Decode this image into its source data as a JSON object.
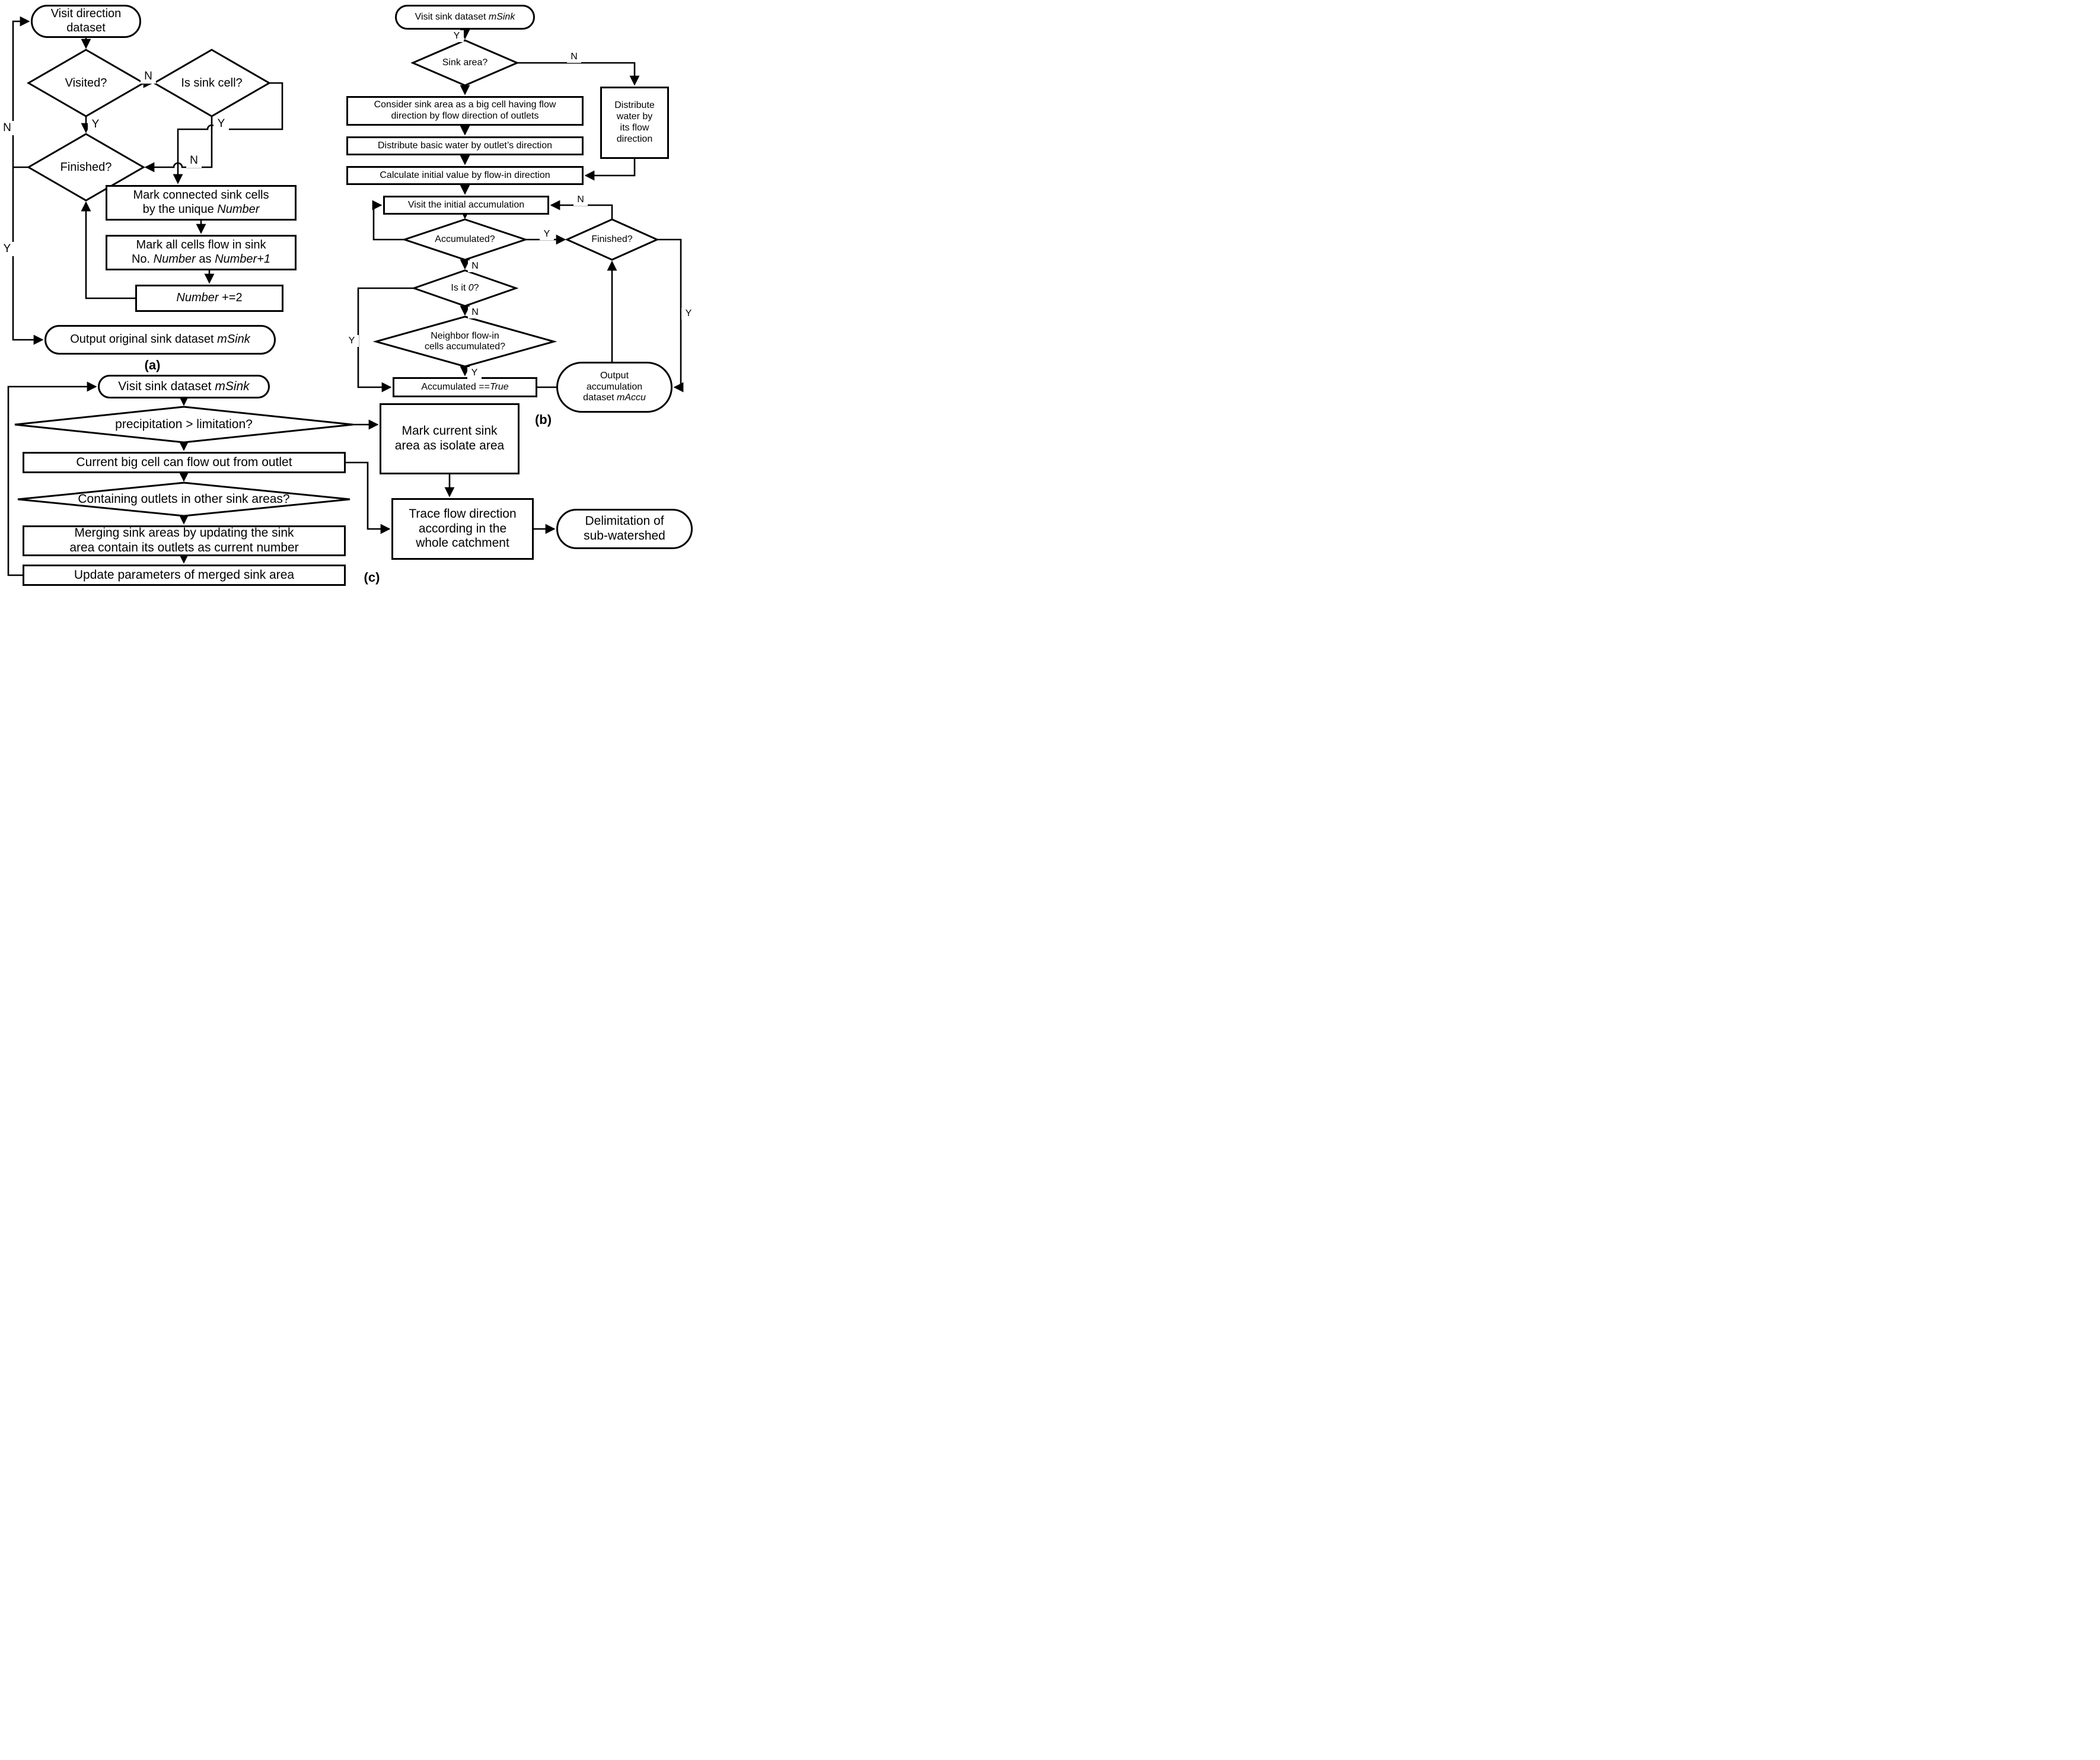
{
  "figure": {
    "caption_a": "(a)",
    "caption_b": "(b)",
    "caption_c": "(c)"
  },
  "panel_a": {
    "start": {
      "s0": "Visit direction",
      "s1": "dataset"
    },
    "visited": {
      "t": "Visited?"
    },
    "is_sink": {
      "t": "Is sink cell?"
    },
    "finished": {
      "t": "Finished?"
    },
    "mark_connected": {
      "s0": "Mark connected sink cells",
      "s1": "by the unique ",
      "s2": "Number"
    },
    "mark_all": {
      "s0": "Mark all cells flow in sink",
      "s1": "No. ",
      "s2": "Number",
      "s3": " as ",
      "s4": "Number+1"
    },
    "number_inc": {
      "s0": "Number",
      "s1": " +=2"
    },
    "output": {
      "s0": "Output original sink dataset ",
      "s1": "mSink"
    },
    "labels": {
      "n_rail": "N",
      "y_rail": "Y",
      "n_visited": "N",
      "y_visited": "Y",
      "y_sink": "Y",
      "n_sink": "N"
    }
  },
  "panel_b": {
    "start": {
      "s0": "Visit sink dataset ",
      "s1": "mSink"
    },
    "sink_area": {
      "t": "Sink area?"
    },
    "consider": {
      "s0": "Consider sink area as a big cell having flow",
      "s1": "direction by flow direction of outlets"
    },
    "basic": {
      "t": "Distribute basic water by outlet’s direction"
    },
    "calc": {
      "t": "Calculate initial value by flow-in direction"
    },
    "dwater": {
      "s0": "Distribute",
      "s1": "water by",
      "s2": "its flow",
      "s3": "direction"
    },
    "visit_accum": {
      "t": "Visit the initial accumulation"
    },
    "accumulated": {
      "t": "Accumulated?"
    },
    "finished": {
      "t": "Finished?"
    },
    "is_zero": {
      "s0": "Is it ",
      "s1": "0",
      "s2": "?"
    },
    "neighbor": {
      "s0": "Neighbor flow-in",
      "s1": "cells accumulated?"
    },
    "accum_true": {
      "s0": "Accumulated ==",
      "s1": "True"
    },
    "output": {
      "s0": "Output",
      "s1": "accumulation",
      "s2": "dataset ",
      "s3": "mAccu"
    },
    "labels": {
      "y_start": "Y",
      "n_area": "N",
      "y_accum": "Y",
      "n_fin": "N",
      "n_accum": "N",
      "n_zero": "N",
      "y_neigh": "Y",
      "y_zero": "Y",
      "y_fin": "Y"
    }
  },
  "panel_c": {
    "start": {
      "s0": "Visit sink dataset ",
      "s1": "mSink"
    },
    "precip": {
      "t": "precipitation > limitation?"
    },
    "current": {
      "t": "Current big cell can flow out from outlet"
    },
    "contain": {
      "t": "Containing outlets in other sink areas?"
    },
    "merge": {
      "s0": "Merging sink areas by updating the sink",
      "s1": "area contain its outlets as current number"
    },
    "update": {
      "t": "Update parameters of merged sink area"
    },
    "mark_isolate": {
      "s0": "Mark current sink",
      "s1": "area as isolate area"
    },
    "trace": {
      "s0": "Trace flow direction",
      "s1": "according in the",
      "s2": "whole catchment"
    },
    "delimit": {
      "s0": "Delimitation of",
      "s1": "sub-watershed"
    }
  }
}
